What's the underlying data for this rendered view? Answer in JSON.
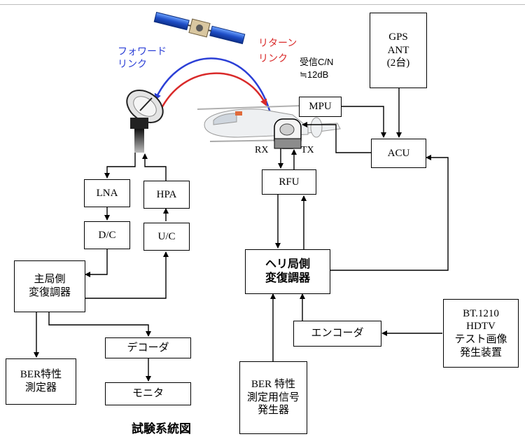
{
  "caption": "試験系統図",
  "labels": {
    "forward_link": "フォワード\nリンク",
    "return_link": "リターン\nリンク",
    "cn": "受信C/N\n≒12dB",
    "rx": "RX",
    "tx": "TX"
  },
  "boxes": {
    "gps_ant": "GPS\nANT\n(2台)",
    "mpu": "MPU",
    "acu": "ACU",
    "rfu": "RFU",
    "lna": "LNA",
    "hpa": "HPA",
    "dc": "D/C",
    "uc": "U/C",
    "main_modem": "主局側\n変復調器",
    "heli_modem": "ヘリ局側\n変復調器",
    "decoder": "デコーダ",
    "monitor": "モニタ",
    "ber_meter": "BER特性\n測定器",
    "ber_gen": "BER 特性\n測定用信号\n発生器",
    "encoder": "エンコーダ",
    "hdtv_gen": "BT.1210\nHDTV\nテスト画像\n発生装置"
  },
  "colors": {
    "forward": "#2b3fd6",
    "return": "#d92a2a",
    "satellite_panel": "#1f5fd0"
  }
}
